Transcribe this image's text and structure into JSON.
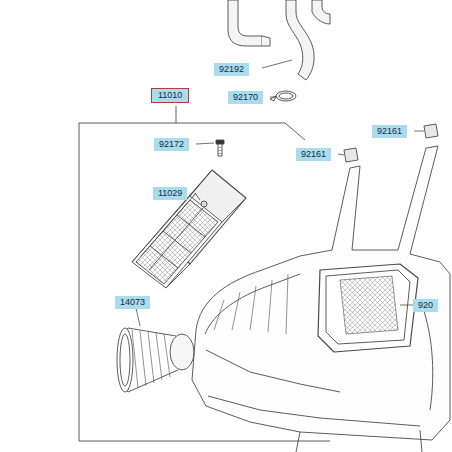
{
  "diagram": {
    "labels": [
      "92192",
      "92170",
      "11010",
      "92172",
      "11029",
      "92161",
      "92161",
      "14073",
      "920"
    ]
  }
}
